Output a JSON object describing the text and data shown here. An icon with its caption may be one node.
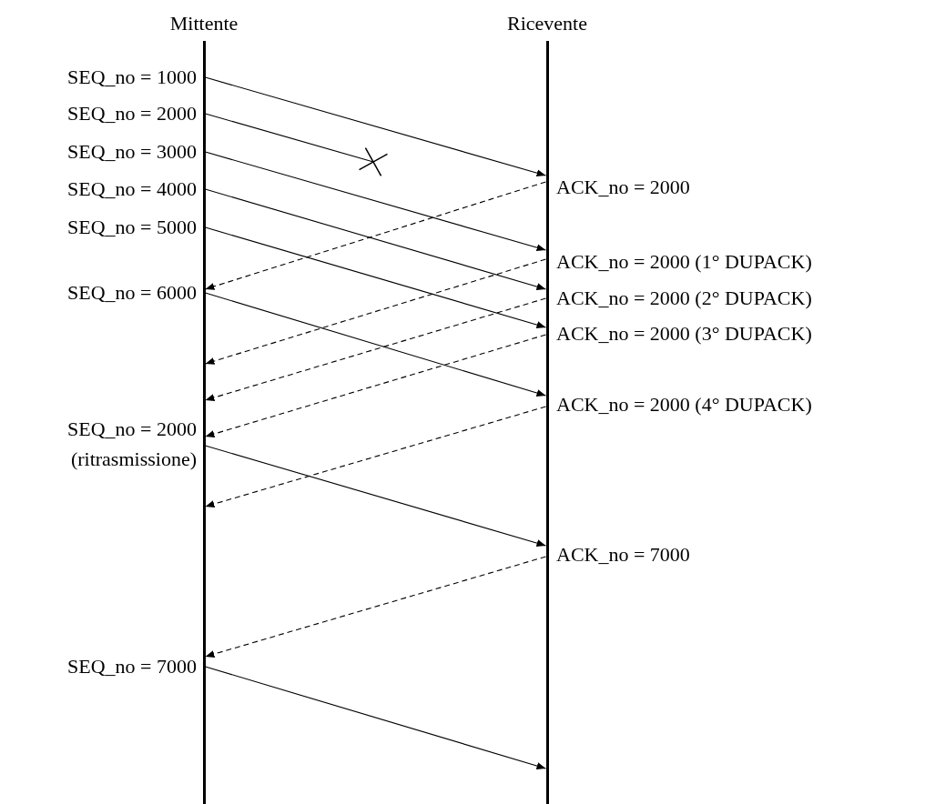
{
  "diagram": {
    "nodes": [
      {
        "text": [
          "Mittente"
        ]
      },
      {
        "text": [
          "Ricevente"
        ]
      }
    ],
    "edges": [
      {
        "from": 0,
        "to": 1,
        "arrow": "to"
      },
      {
        "from": 0,
        "to": null,
        "arrow": "other"
      },
      {
        "from": 0,
        "to": 1,
        "arrow": "to"
      },
      {
        "from": 1,
        "to": 0,
        "arrow": "to",
        "style": "dashed"
      },
      {
        "from": 0,
        "to": 1,
        "arrow": "to"
      },
      {
        "from": 0,
        "to": 1,
        "arrow": "to"
      },
      {
        "from": 1,
        "to": 0,
        "arrow": "to",
        "style": "dashed"
      },
      {
        "from": 0,
        "to": 1,
        "arrow": "to"
      },
      {
        "from": 1,
        "to": 0,
        "arrow": "to",
        "style": "dashed"
      },
      {
        "from": 1,
        "to": 0,
        "arrow": "to",
        "style": "dashed"
      },
      {
        "from": 1,
        "to": 0,
        "arrow": "to",
        "style": "dashed"
      },
      {
        "from": 0,
        "to": 1,
        "arrow": "to"
      },
      {
        "from": 1,
        "to": 0,
        "arrow": "to",
        "style": "dashed"
      },
      {
        "from": 0,
        "to": 1,
        "arrow": "to"
      }
    ],
    "labels": [
      "SEQ_no = 1000",
      "SEQ_no = 2000",
      "SEQ_no = 3000",
      "ACK_no = 2000",
      "SEQ_no = 4000",
      "SEQ_no = 5000",
      "ACK_no = 2000 (1° DUPACK)",
      "SEQ_no = 6000",
      "ACK_no = 2000 (2° DUPACK)",
      "ACK_no = 2000 (3° DUPACK)",
      "ACK_no = 2000 (4° DUPACK)",
      "SEQ_no = 2000",
      "(ritrasmissione)",
      "ACK_no = 7000",
      "SEQ_no = 7000"
    ]
  }
}
